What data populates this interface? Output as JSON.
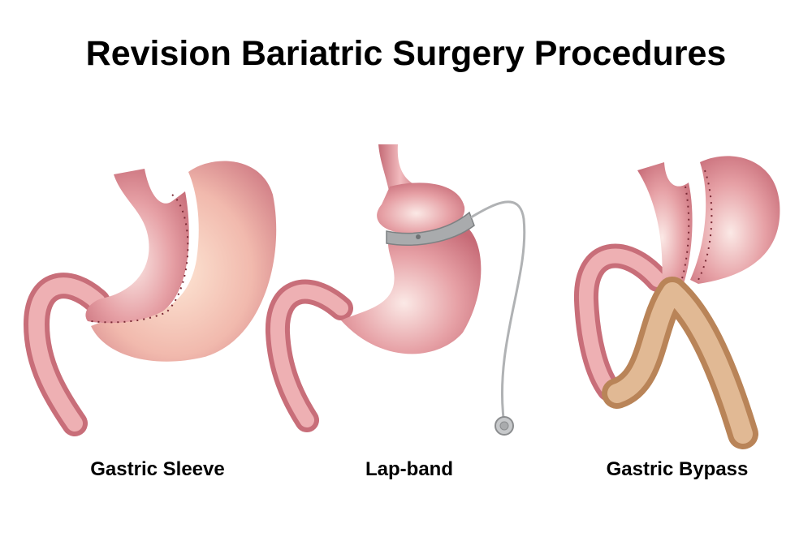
{
  "title": "Revision Bariatric Surgery Procedures",
  "procedures": [
    {
      "label": "Gastric Sleeve"
    },
    {
      "label": "Lap-band"
    },
    {
      "label": "Gastric Bypass"
    }
  ],
  "colors": {
    "stomach": "#e0959b",
    "stomach_dark": "#b85a66",
    "removed": "#f6d2c2",
    "band": "#a9abad",
    "roux_limb": "#d6a97e",
    "staple": "#7a2a35"
  }
}
